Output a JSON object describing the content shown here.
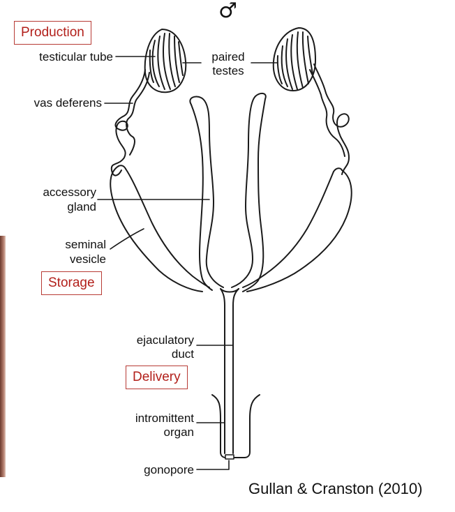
{
  "symbol": "♂",
  "boxes": {
    "production": "Production",
    "storage": "Storage",
    "delivery": "Delivery"
  },
  "labels": {
    "testicular_tube": "testicular tube",
    "paired_testes_1": "paired",
    "paired_testes_2": "testes",
    "vas_deferens": "vas deferens",
    "accessory_gland_1": "accessory",
    "accessory_gland_2": "gland",
    "seminal_vesicle_1": "seminal",
    "seminal_vesicle_2": "vesicle",
    "ejaculatory_duct_1": "ejaculatory",
    "ejaculatory_duct_2": "duct",
    "intromittent_organ_1": "intromittent",
    "intromittent_organ_2": "organ",
    "gonopore": "gonopore"
  },
  "citation": "Gullan & Cranston (2010)"
}
